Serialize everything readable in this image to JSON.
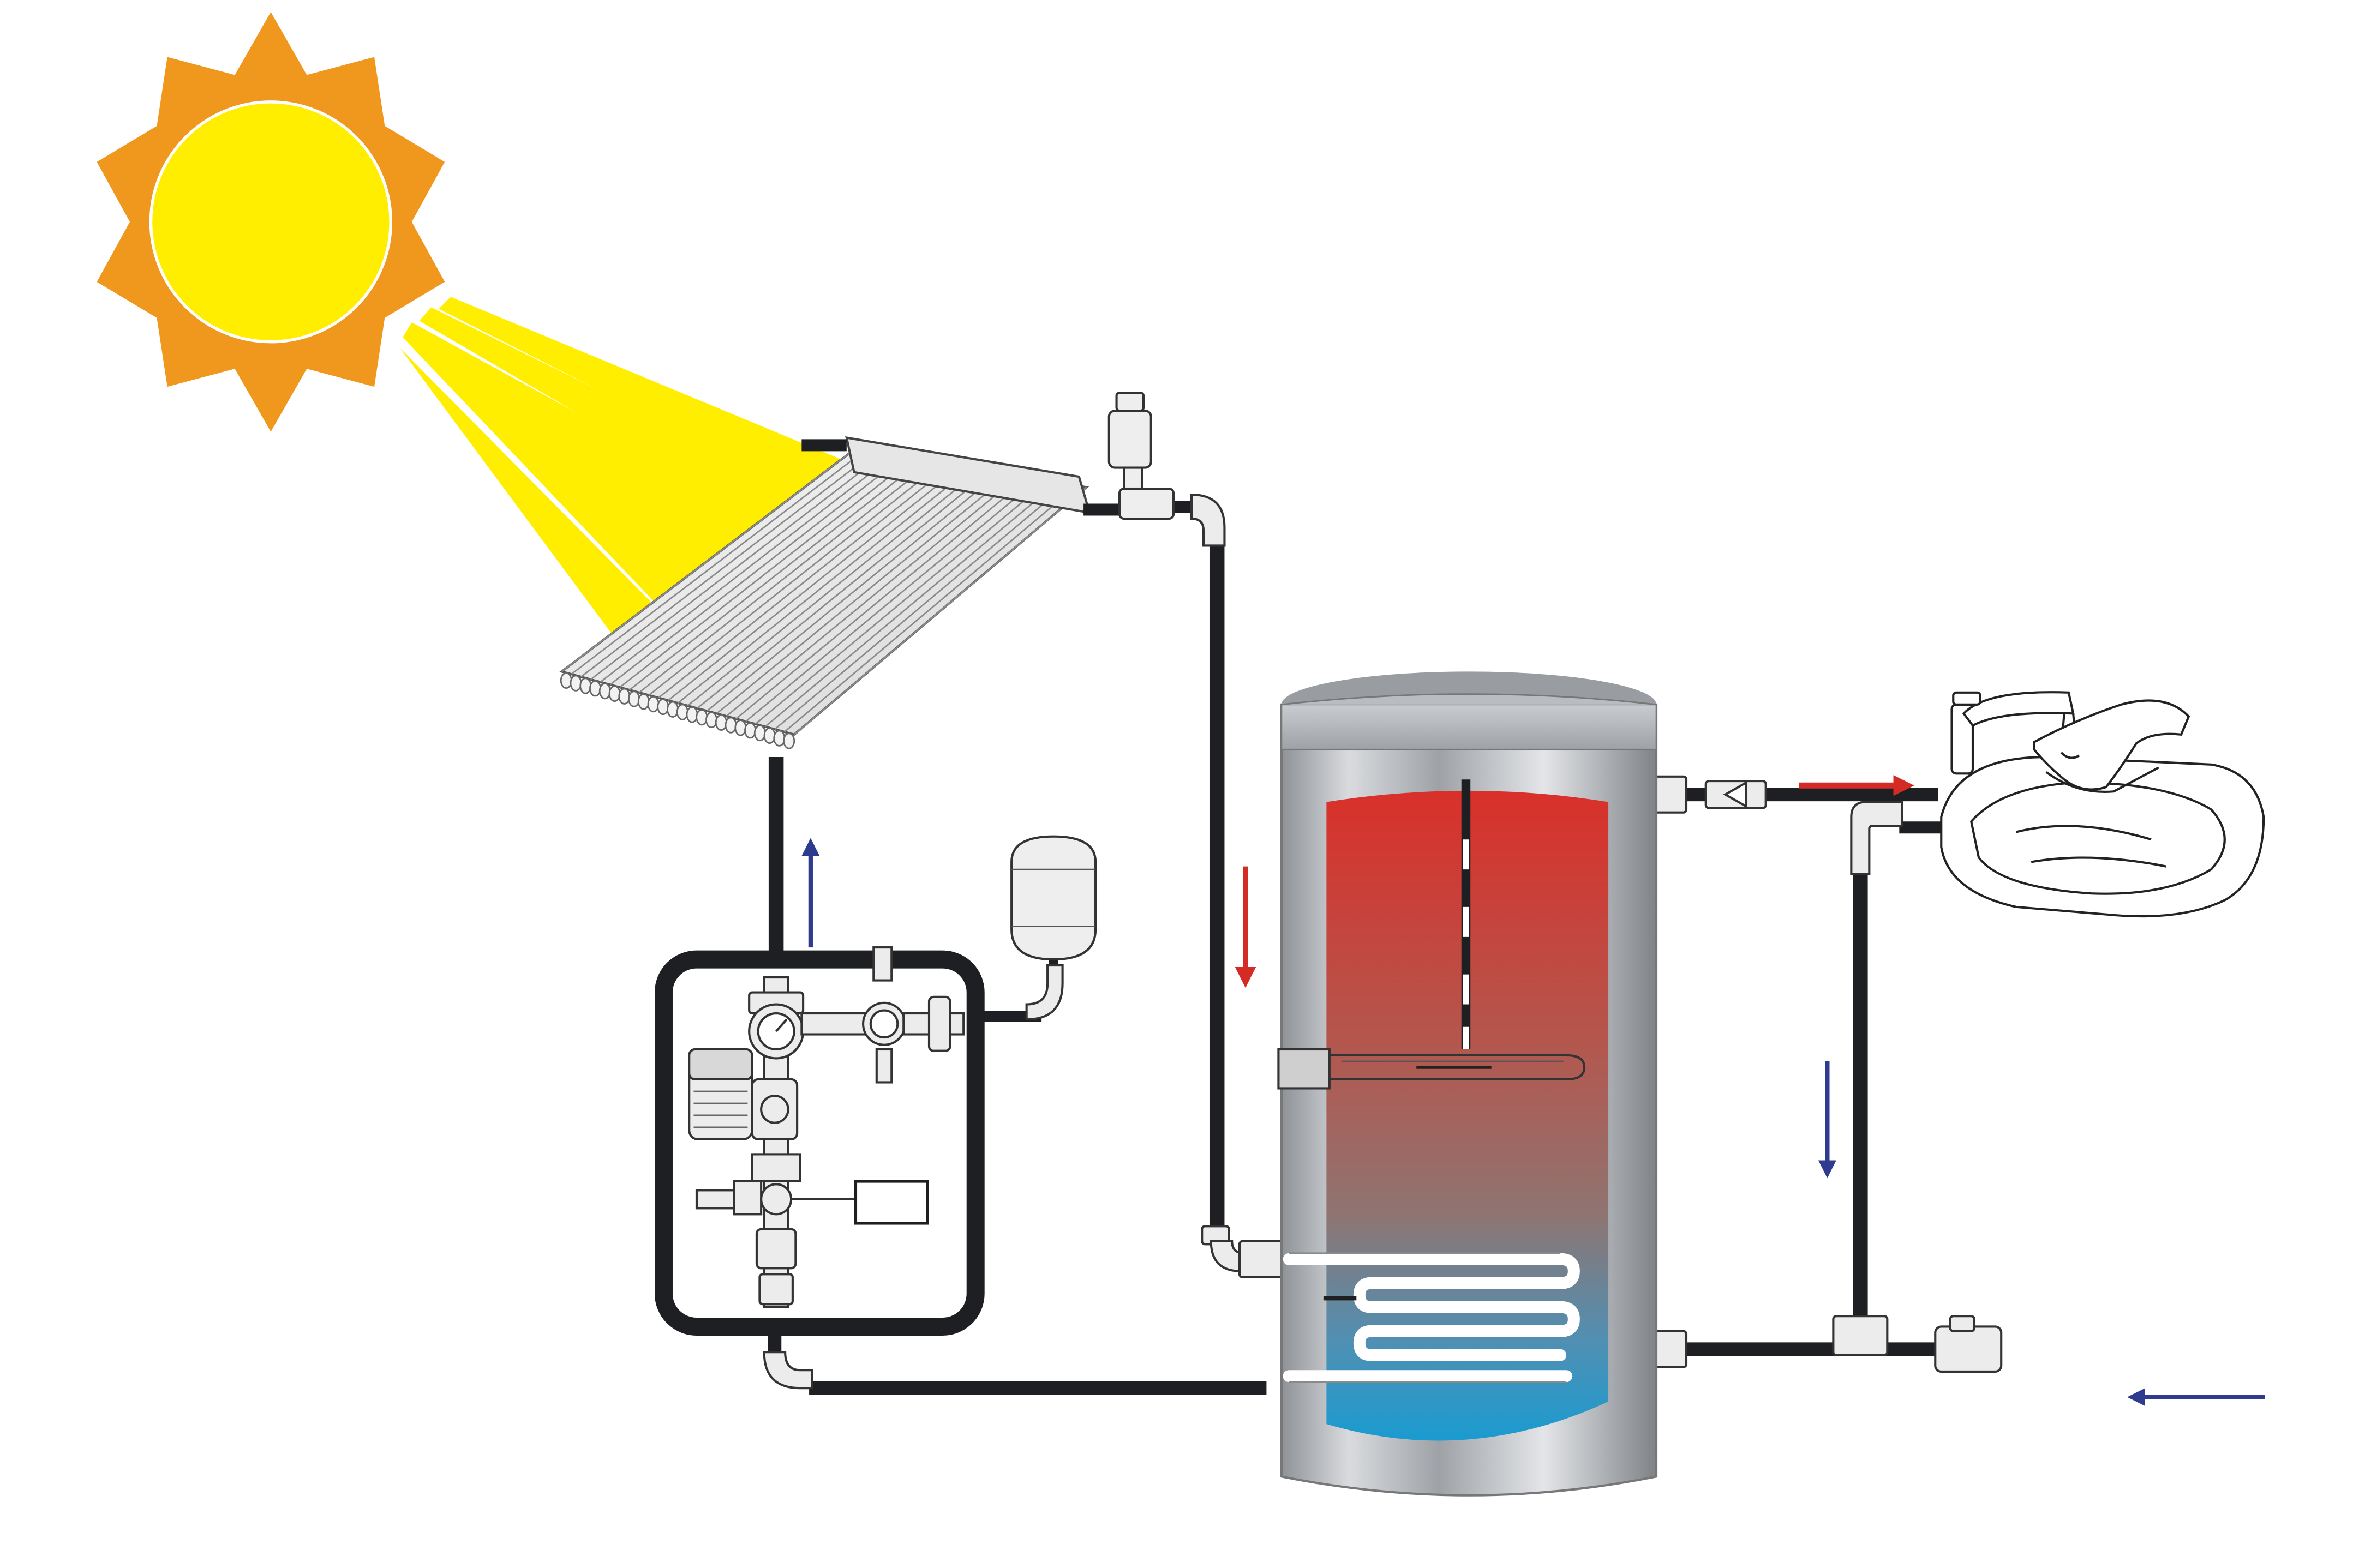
{
  "diagram": {
    "colors": {
      "sun_outer": "#f0981e",
      "sun_inner": "#ffee00",
      "ray": "#ffee00",
      "pipe": "#1d1f22",
      "hot": "#d9302a",
      "cold": "#1a9bd0",
      "flow_blue": "#2e3b8f",
      "flow_red": "#d42b25",
      "tank_steel": "#a8acb1",
      "frame": "#1d1f22"
    },
    "components": [
      {
        "id": "sun",
        "icon": "sun-icon"
      },
      {
        "id": "solar-collector",
        "icon": "evacuated-tube-collector-icon"
      },
      {
        "id": "air-vent",
        "icon": "air-vent-icon"
      },
      {
        "id": "storage-tank",
        "icon": "hot-water-tank-icon"
      },
      {
        "id": "expansion-vessel",
        "icon": "expansion-vessel-icon"
      },
      {
        "id": "pump-station",
        "icon": "pump-station-icon"
      },
      {
        "id": "sink",
        "icon": "wash-basin-icon"
      },
      {
        "id": "cold-inlet-valve",
        "icon": "ball-valve-icon"
      }
    ],
    "flows": [
      {
        "id": "return-to-collector",
        "direction": "up",
        "color": "blue"
      },
      {
        "id": "collector-to-tank",
        "direction": "down",
        "color": "red"
      },
      {
        "id": "hot-to-sink",
        "direction": "right",
        "color": "red"
      },
      {
        "id": "cold-down",
        "direction": "down",
        "color": "blue"
      },
      {
        "id": "cold-inlet",
        "direction": "left",
        "color": "blue"
      }
    ]
  }
}
